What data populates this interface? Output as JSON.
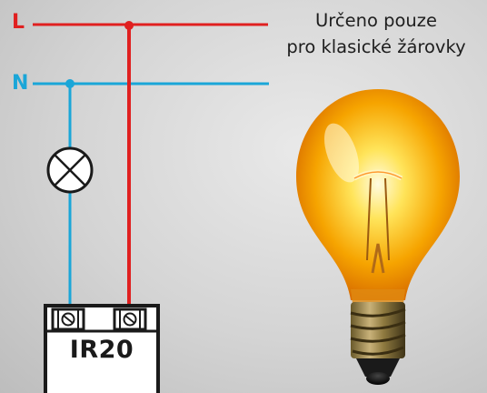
{
  "wires": {
    "line_label": "L",
    "neutral_label": "N",
    "line_color": "#e02020",
    "neutral_color": "#1aa6d8"
  },
  "caption": {
    "line1": "Určeno pouze",
    "line2": "pro klasické žárovky"
  },
  "device": {
    "label": "IR20"
  },
  "icons": [
    "lamp-symbol-icon",
    "terminal-screw-icon",
    "light-bulb-icon"
  ]
}
